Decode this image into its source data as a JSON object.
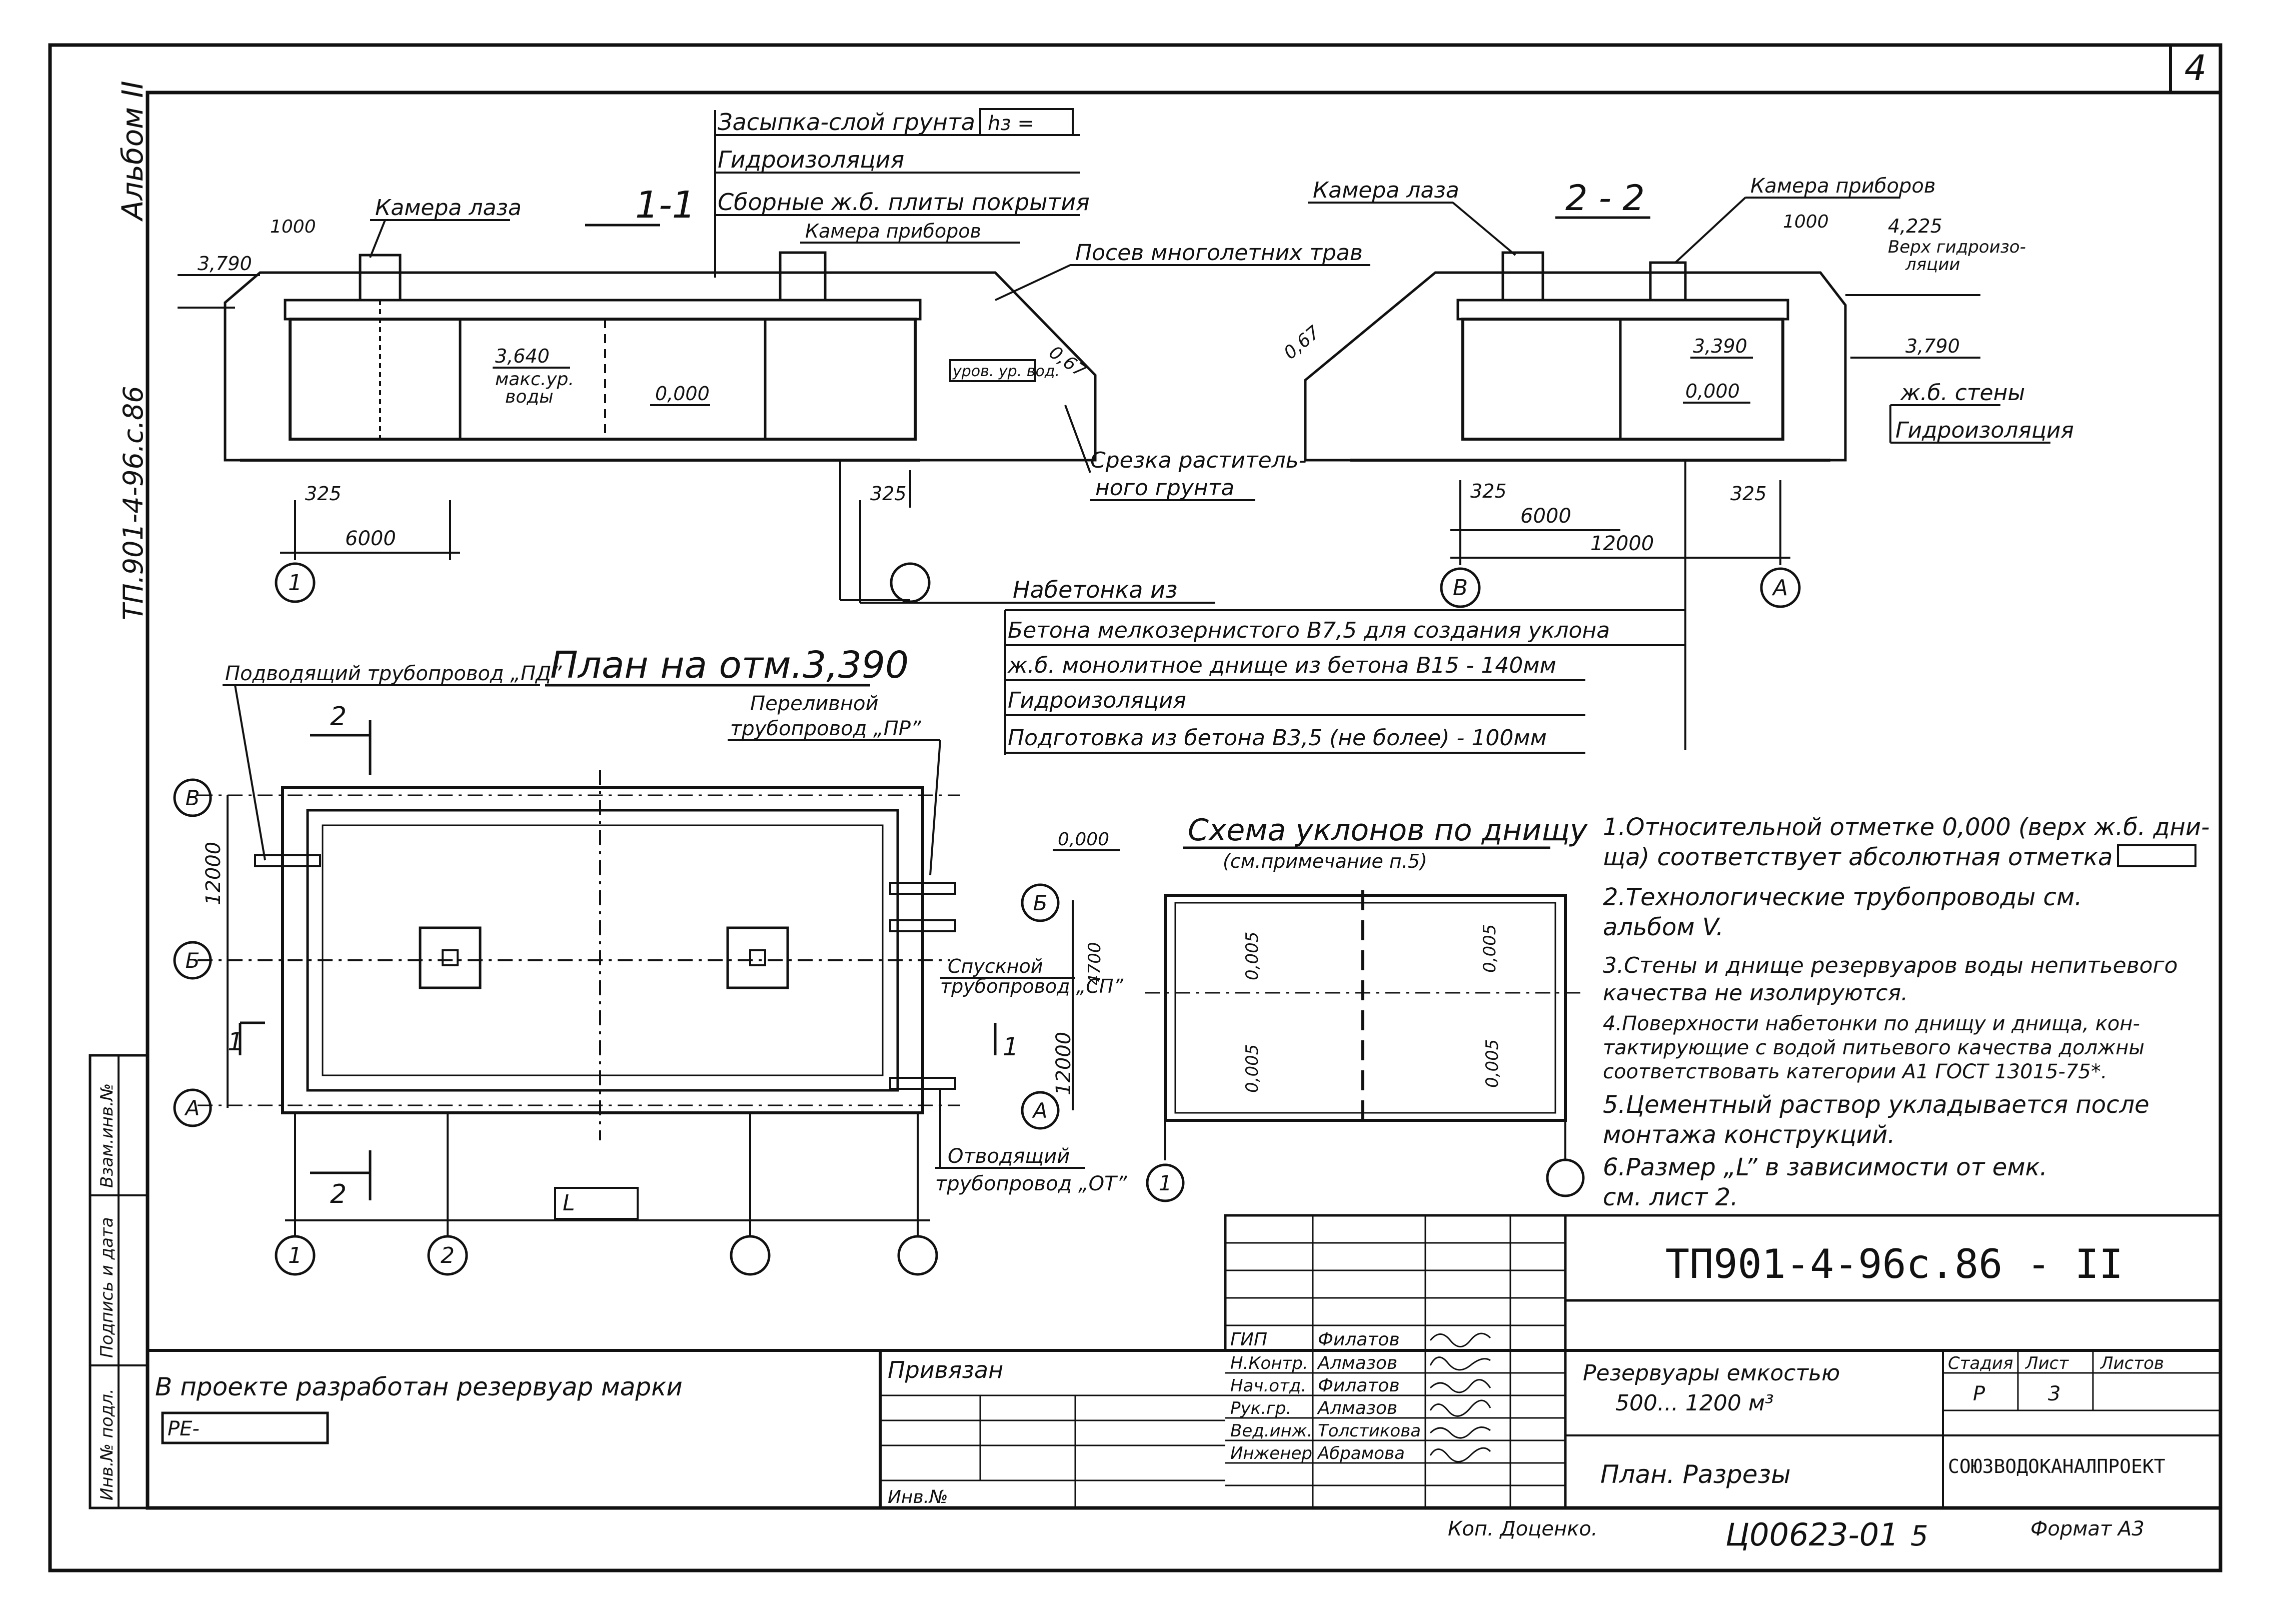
{
  "page": {
    "sheet_number": "4",
    "album": "Альбом II",
    "side_code": "ТП.901-4-96.с.86"
  },
  "section_1_1": {
    "title": "1-1",
    "backfill": "Засыпка-слой грунта",
    "backfill_field": "hз =",
    "waterproofing": "Гидроизоляция",
    "slabs": "Сборные ж.б. плиты покрытия",
    "grass": "Посев многолетних трав",
    "manhole": "Камера лаза",
    "instruments": "Камера приборов",
    "water_level": "уров. ур. вод.",
    "max_level_value": "3,640",
    "max_level_text1": "макс.ур.",
    "max_level_text2": "воды",
    "top_mark": "3,790",
    "width_1000": "1000",
    "zero_mark": "0,000",
    "slope": "0,67",
    "cut_soil_1": "Срезка раститель-",
    "cut_soil_2": "ного грунта",
    "dim_325a": "325",
    "dim_325b": "325",
    "dim_6000": "6000",
    "axis_1": "1"
  },
  "section_2_2": {
    "title": "2 - 2",
    "manhole": "Камера лаза",
    "instruments": "Камера приборов",
    "width_1000": "1000",
    "top_wp_value": "4,225",
    "top_wp_text1": "Верх гидроизо-",
    "top_wp_text2": "ляции",
    "top_mark": "3,790",
    "mark_3390": "3,390",
    "zero_mark": "0,000",
    "walls": "ж.б. стены",
    "waterproofing": "Гидроизоляция",
    "slope": "0,67",
    "dim_325a": "325",
    "dim_325b": "325",
    "dim_6000": "6000",
    "dim_12000": "12000",
    "axis_v": "В",
    "axis_a": "А"
  },
  "concrete": {
    "header": "Набетонка из",
    "l1": "Бетона мелкозернистого В7,5 для создания уклона",
    "l2": "ж.б. монолитное днище из бетона В15 - 140мм",
    "l3": "Гидроизоляция",
    "l4": "Подготовка из бетона В3,5 (не более) - 100мм"
  },
  "plan": {
    "title": "План на отм.3,390",
    "supply": "Подводящий трубопровод „ПД”",
    "overflow_1": "Переливной",
    "overflow_2": "трубопровод „ПР”",
    "drain_1": "Спускной",
    "drain_2": "трубопровод „СП”",
    "outlet_1": "Отводящий",
    "outlet_2": "трубопровод „ОТ”",
    "dim_12000": "12000",
    "cut2_top": "2",
    "cut2_bottom": "2",
    "cut1_left": "1",
    "cut1_right": "1",
    "axis_v": "В",
    "axis_b": "Б",
    "axis_a": "А",
    "axis_1": "1",
    "axis_2": "2",
    "size_l": "L"
  },
  "slopes": {
    "title": "Схема уклонов по днищу",
    "subtitle": "(см.примечание п.5)",
    "zero_mark": "0,000",
    "dim_4700": "4700",
    "dim_12000": "12000",
    "s1": "0,005",
    "s2": "0,005",
    "s3": "0,005",
    "s4": "0,005",
    "axis_b": "Б",
    "axis_a": "А",
    "axis_1": "1"
  },
  "notes": [
    "1.Относительной отметке 0,000 (верх ж.б. дни-",
    "  ща) соответствует абсолютная отметка",
    "2.Технологические трубопроводы см.",
    "  альбом V.",
    "3.Стены и днище резервуаров воды непитьевого",
    "  качества не изолируются.",
    "4.Поверхности набетонки по днищу и днища, кон-",
    "  тактирующие с водой питьевого качества должны",
    "  соответствовать категории А1 ГОСТ 13015-75*.",
    "5.Цементный раствор укладывается после",
    "  монтажа конструкций.",
    "6.Размер „L” в зависимости от емк.",
    "  см. лист 2."
  ],
  "design_note": {
    "text": "В проекте разработан резервуар марки",
    "field": "РЕ-"
  },
  "left_strip": [
    "Инв.№ подл.",
    "Подпись и дата",
    "Взам.инв.№"
  ],
  "title_block": {
    "code": "ТП901-4-96с.86 - II",
    "tied": "Привязан",
    "inv": "Инв.№",
    "roles": [
      "ГИП",
      "Н.Контр.",
      "Нач.отд.",
      "Рук.гр.",
      "Вед.инж.",
      "Инженер"
    ],
    "names": [
      "Филатов",
      "Алмазов",
      "Филатов",
      "Алмазов",
      "Толстикова",
      "Абрамова"
    ],
    "project_1": "Резервуары емкостью",
    "project_2": "500... 1200 м³",
    "sheet_title": "План. Разрезы",
    "stage_h": "Стадия",
    "sheet_h": "Лист",
    "sheets_h": "Листов",
    "stage": "Р",
    "sheet": "3",
    "org": "СОЮЗВОДОКАНАЛПРОЕКТ",
    "copied": "Коп. Доценко.",
    "order": "Ц00623-01",
    "order_sheet": "5",
    "format": "Формат А3"
  }
}
